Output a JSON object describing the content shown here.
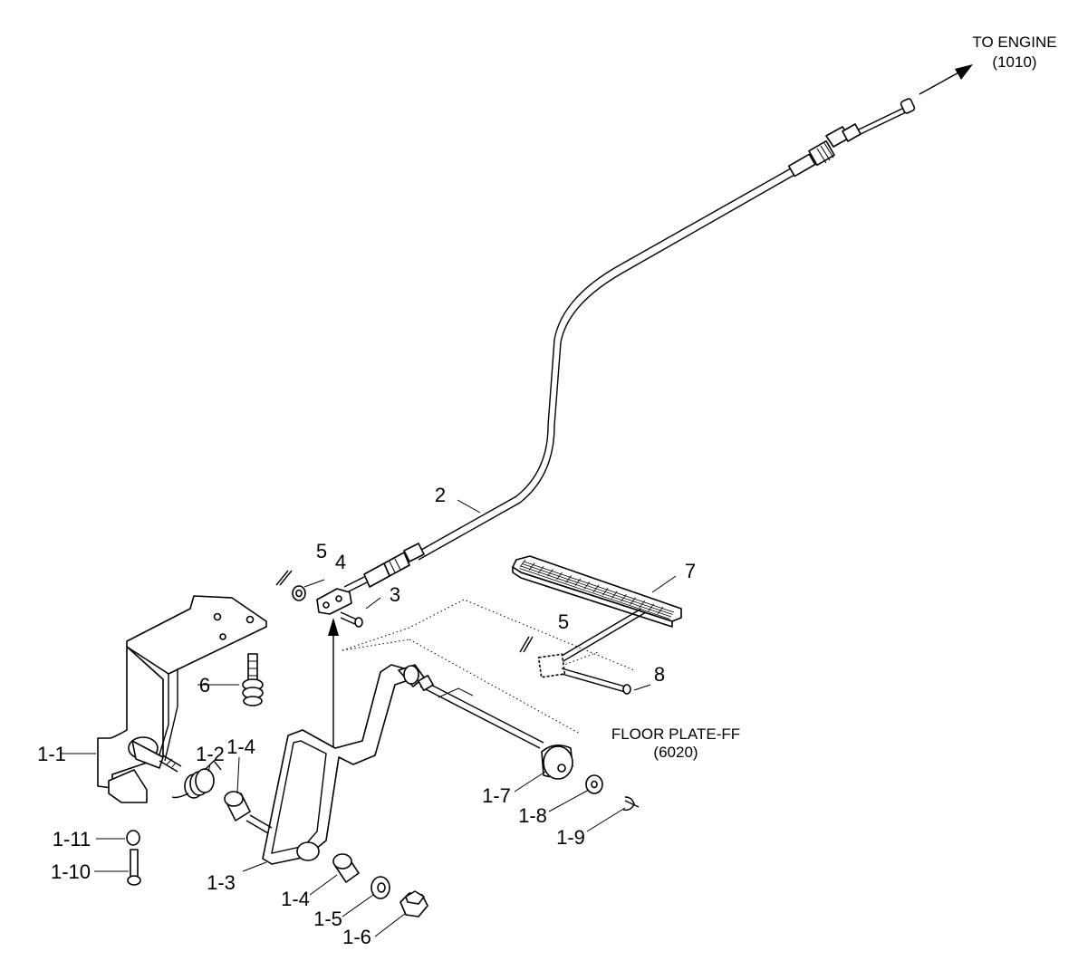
{
  "notes": {
    "to_engine": "TO ENGINE",
    "to_engine_ref": "(1010)",
    "floor_plate": "FLOOR PLATE-FF",
    "floor_plate_ref": "(6020)"
  },
  "callouts": {
    "c2": "2",
    "c3": "3",
    "c4": "4",
    "c5a": "5",
    "c5b": "5",
    "c6": "6",
    "c7": "7",
    "c8": "8",
    "c1_1": "1-1",
    "c1_2": "1-2",
    "c1_3": "1-3",
    "c1_4a": "1-4",
    "c1_4b": "1-4",
    "c1_5": "1-5",
    "c1_6": "1-6",
    "c1_7": "1-7",
    "c1_8": "1-8",
    "c1_9": "1-9",
    "c1_10": "1-10",
    "c1_11": "1-11"
  }
}
